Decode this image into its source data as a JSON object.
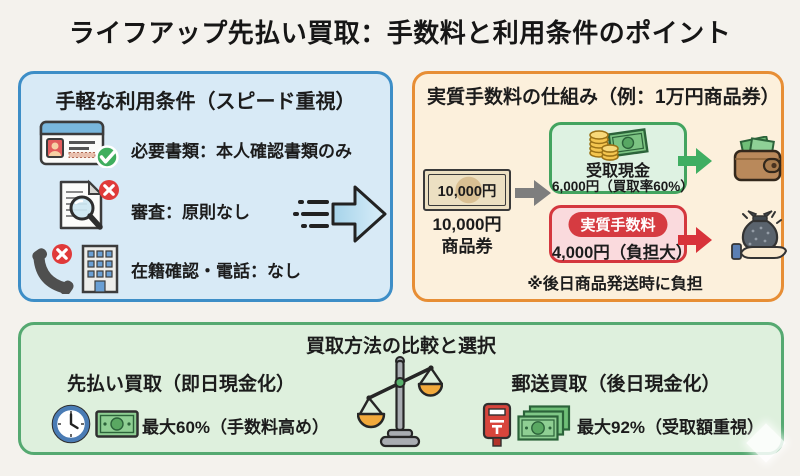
{
  "title": "ライフアップ先払い買取：手数料と利用条件のポイント",
  "left_panel": {
    "title": "手軽な利用条件（スピード重視）",
    "items": [
      {
        "icon": "id-card-check-icon",
        "text": "必要書類：本人確認書類のみ"
      },
      {
        "icon": "document-search-x-icon",
        "text": "審査：原則なし"
      },
      {
        "icon": "phone-building-x-icon",
        "text": "在籍確認・電話：なし"
      }
    ]
  },
  "right_panel": {
    "title": "実質手数料の仕組み（例：1万円商品券）",
    "voucher_face": "10,000円",
    "voucher_label1": "10,000円",
    "voucher_label2": "商品券",
    "cash_title": "受取現金",
    "cash_amount": "6,000円（買取率60%）",
    "fee_badge": "実質手数料",
    "fee_amount": "4,000円（負担大）",
    "note": "※後日商品発送時に負担"
  },
  "bottom_panel": {
    "title": "買取方法の比較と選択",
    "left_title": "先払い買取（即日現金化）",
    "left_detail": "最大60%（手数料高め）",
    "right_title": "郵送買取（後日現金化）",
    "right_detail": "最大92%（受取額重視）"
  },
  "colors": {
    "page_bg": "#f4f2ed",
    "blue_panel_border": "#3d8ec7",
    "blue_panel_bg": "#d8eaf6",
    "orange_panel_border": "#e78e35",
    "orange_panel_bg": "#fcf0dc",
    "green_panel_border": "#55a971",
    "green_panel_bg": "#def0dd",
    "cash_box_border": "#43a45f",
    "fee_box_border": "#d4373e",
    "fee_badge_bg": "#d63b41",
    "gray_arrow": "#808080",
    "green_arrow": "#3fae62",
    "red_arrow": "#d8333a"
  }
}
